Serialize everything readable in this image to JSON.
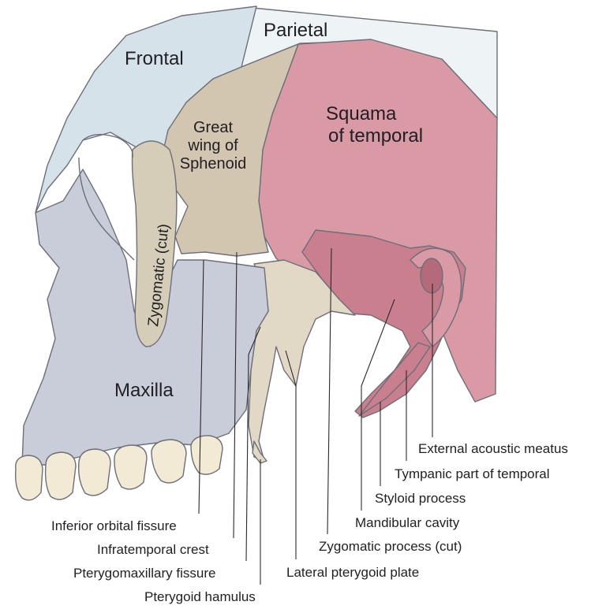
{
  "colors": {
    "frontal": "#d6e2ea",
    "parietal": "#eef3f5",
    "sphenoid": "#d3c6b0",
    "temporal": "#d99aa6",
    "temporal_dark": "#c97f8d",
    "zygomatic": "#d5cdb7",
    "maxilla": "#c9ccd9",
    "pterygoid": "#e1d8c6",
    "teeth": "#f2ead4",
    "meatus": "#b46a78"
  },
  "bones": {
    "frontal": "Frontal",
    "parietal": "Parietal",
    "sphenoid_line1": "Great",
    "sphenoid_line2": "wing of",
    "sphenoid_line3": "Sphenoid",
    "temporal_line1": "Squama",
    "temporal_line2": "of temporal",
    "zygomatic": "Zygomatic (cut)",
    "maxilla": "Maxilla"
  },
  "callouts": {
    "external_acoustic_meatus": "External acoustic meatus",
    "tympanic_part": "Tympanic part of temporal",
    "styloid_process": "Styloid process",
    "mandibular_cavity": "Mandibular cavity",
    "zygomatic_process": "Zygomatic process (cut)",
    "lateral_pterygoid_plate": "Lateral pterygoid plate",
    "inferior_orbital_fissure": "Inferior orbital fissure",
    "infratemporal_crest": "Infratemporal crest",
    "pterygomaxillary_fissure": "Pterygomaxillary fissure",
    "pterygoid_hamulus": "Pterygoid hamulus"
  }
}
